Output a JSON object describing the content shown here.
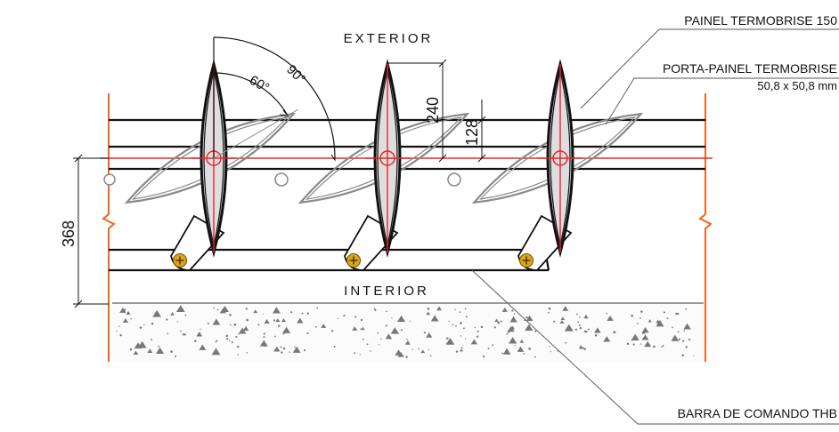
{
  "labels": {
    "exterior": "EXTERIOR",
    "interior": "INTERIOR",
    "painel": "PAINEL TERMOBRISE 150",
    "porta_painel": "PORTA-PAINEL TERMOBRISE",
    "porta_painel_size": "50,8 x 50,8 mm",
    "barra": "BARRA DE COMANDO THB"
  },
  "dimensions": {
    "height_total": "368",
    "dim_240": "240",
    "dim_128": "128",
    "angle_60": "60°",
    "angle_90": "90°"
  },
  "colors": {
    "line": "#111111",
    "red": "#e8262a",
    "orange": "#f26522",
    "panel_fill": "#dedede",
    "pivot": "#e0a418",
    "gray": "#8a8a8a"
  }
}
